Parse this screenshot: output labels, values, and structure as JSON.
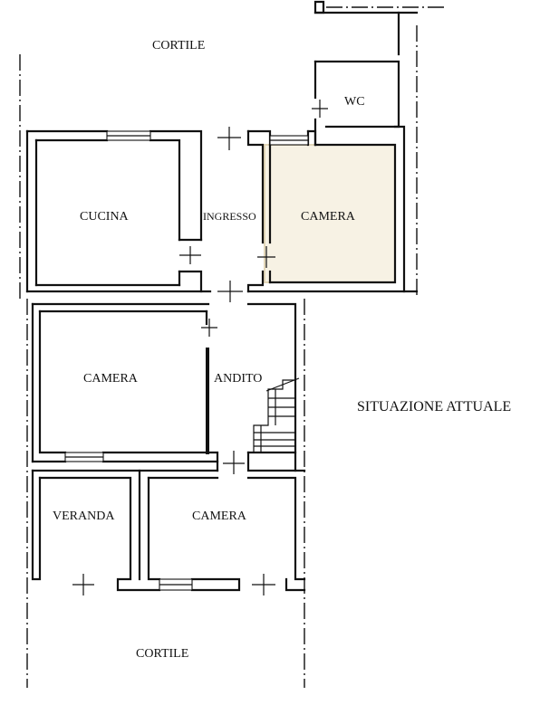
{
  "labels": {
    "courtyard_top": "CORTILE",
    "courtyard_bottom": "CORTILE",
    "wc": "WC",
    "kitchen": "CUCINA",
    "entrance": "INGRESSO",
    "room_top_right": "CAMERA",
    "room_middle": "CAMERA",
    "corridor": "ANDITO",
    "veranda": "VERANDA",
    "room_bottom": "CAMERA",
    "situation": "SITUAZIONE ATTUALE"
  }
}
